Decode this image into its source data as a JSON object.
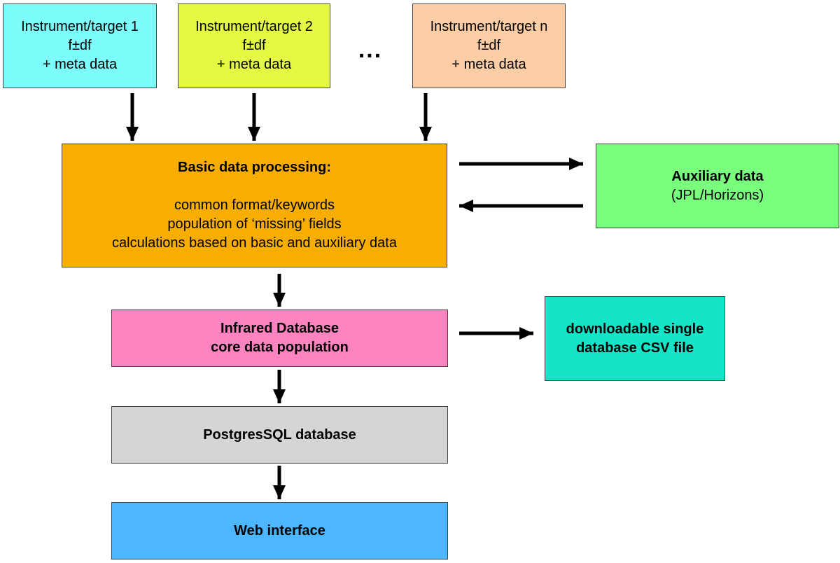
{
  "colors": {
    "inst1": "#7cfcfb",
    "inst2": "#e4f943",
    "instn": "#fdcea6",
    "processing": "#f7ae01",
    "auxiliary": "#79fe7e",
    "infrared": "#fe84c1",
    "csv": "#14e4c8",
    "postgres": "#d5d5d5",
    "web": "#4cb7fe",
    "border": "#444444",
    "arrow": "#000000"
  },
  "inst1": {
    "title": "Instrument/target 1",
    "line2": "f±df",
    "line3": "+ meta data"
  },
  "inst2": {
    "title": "Instrument/target 2",
    "line2": "f±df",
    "line3": "+ meta data"
  },
  "ellipsis": "...",
  "instn": {
    "title": "Instrument/target n",
    "line2": "f±df",
    "line3": "+ meta data"
  },
  "processing": {
    "title": "Basic data processing:",
    "lines": [
      "common format/keywords",
      "population of ‘missing’ fields",
      "calculations based on basic and auxiliary data"
    ]
  },
  "auxiliary": {
    "title": "Auxiliary data",
    "subtitle": "(JPL/Horizons)"
  },
  "infrared": {
    "line1": "Infrared Database",
    "line2": "core data population"
  },
  "csv": {
    "line1": "downloadable single",
    "line2": "database CSV file"
  },
  "postgres": {
    "label": "PostgresSQL database"
  },
  "web": {
    "label": "Web interface"
  }
}
